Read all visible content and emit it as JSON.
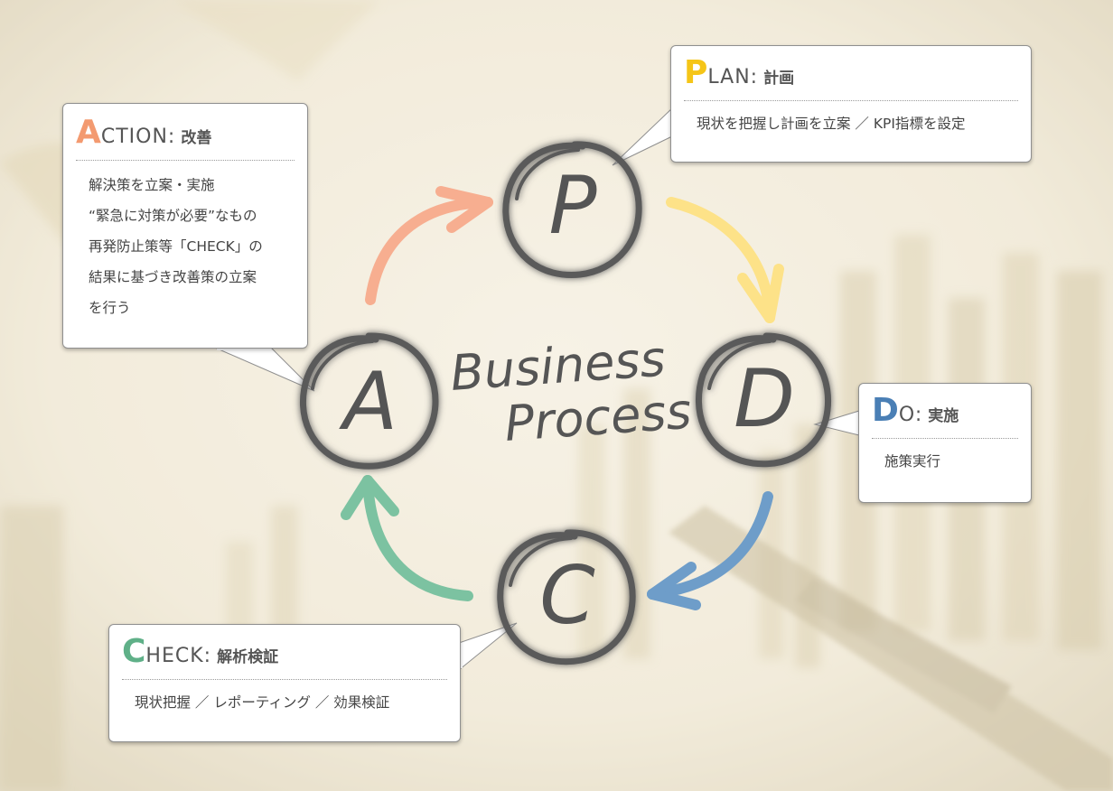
{
  "diagram_title": {
    "line1": "Business",
    "line2": "Process"
  },
  "circles": {
    "plan": "P",
    "do": "D",
    "check": "C",
    "action": "A"
  },
  "callouts": {
    "plan": {
      "initial": "P",
      "rest": "LAN:",
      "jp": "計画",
      "lines": [
        "現状を把握し計画を立案 ／ KPI指標を設定"
      ]
    },
    "do": {
      "initial": "D",
      "rest": "O:",
      "jp": "実施",
      "lines": [
        "施策実行"
      ]
    },
    "check": {
      "initial": "C",
      "rest": "HECK:",
      "jp": "解析検証",
      "lines": [
        "現状把握 ／ レポーティング ／ 効果検証"
      ]
    },
    "action": {
      "initial": "A",
      "rest": "CTION:",
      "jp": "改善",
      "lines": [
        "解決策を立案・実施",
        "“緊急に対策が必要”なもの",
        "再発防止策等「CHECK」の",
        "結果に基づき改善策の立案",
        "を行う"
      ]
    }
  },
  "colors": {
    "plan": "#f5c518",
    "do": "#4a7fb5",
    "check": "#5fb088",
    "action": "#f39a70",
    "arrow_plan_do": "#fde288",
    "arrow_do_check": "#6e9dc9",
    "arrow_check_action": "#7cc2a1",
    "arrow_action_plan": "#f7ae90",
    "ink": "#5a5a5a"
  }
}
